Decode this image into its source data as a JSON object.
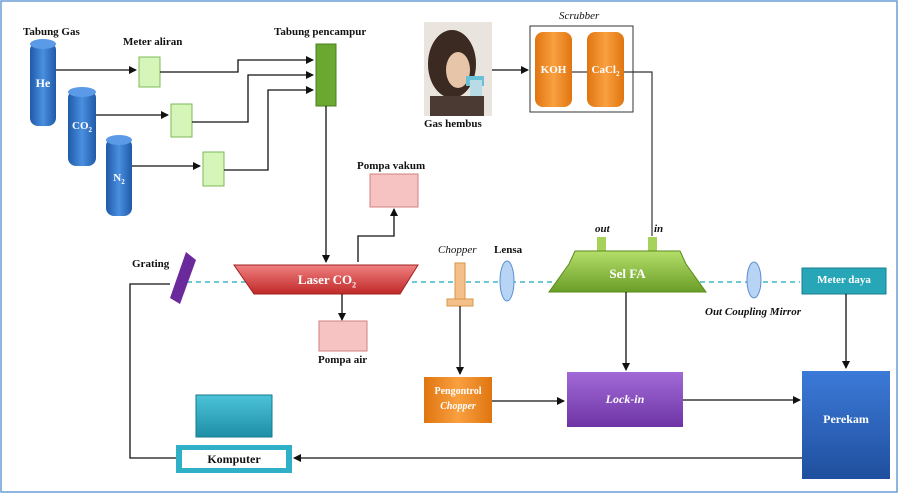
{
  "labels": {
    "tabung_gas": "Tabung Gas",
    "meter_aliran": "Meter aliran",
    "tabung_pencampur": "Tabung pencampur",
    "gas_hembus": "Gas hembus",
    "scrubber": "Scrubber",
    "pompa_vakum": "Pompa vakum",
    "grating": "Grating",
    "chopper": "Chopper",
    "lensa": "Lensa",
    "out": "out",
    "in": "in",
    "out_coupling_mirror": "Out Coupling Mirror",
    "pompa_air": "Pompa air"
  },
  "cylinders": {
    "he": "He",
    "co2_main": "CO",
    "co2_sub": "2",
    "n2_main": "N",
    "n2_sub": "2"
  },
  "components": {
    "koh": "KOH",
    "cacl2_main": "CaCl",
    "cacl2_sub": "2",
    "laser_main": "Laser CO",
    "laser_sub": "2",
    "sel_fa": "Sel FA",
    "meter_daya": "Meter daya",
    "pengontrol_line1": "Pengontrol",
    "pengontrol_line2": "Chopper",
    "lockin": "Lock-in",
    "perekam": "Perekam",
    "komputer": "Komputer"
  },
  "colors": {
    "cylinder_blue": "#2e6fc4",
    "flowmeter_green": "#d6f5b8",
    "mixer_green": "#6aa832",
    "scrubber_orange": "#f08a1c",
    "pump_pink": "#f7c2c2",
    "laser_red": "#e04040",
    "cell_green": "#8fc43c",
    "meter_teal": "#27a6b8",
    "lockin_purple": "#8a4bc0",
    "recorder_blue": "#2b5fb8",
    "grating_purple": "#6a2a9c",
    "beam_cyan": "#3fb6c8"
  }
}
